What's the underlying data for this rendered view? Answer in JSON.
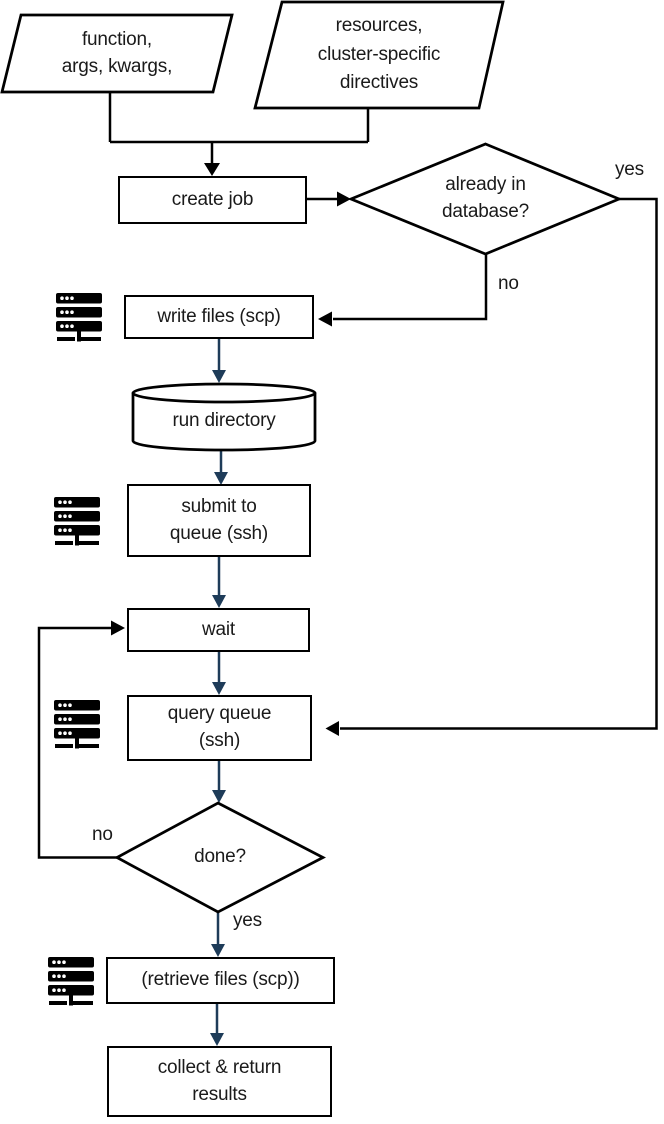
{
  "diagram_type": "flowchart",
  "colors": {
    "shape_stroke": "#000000",
    "shape_fill": "#ffffff",
    "flow_arrow": "#1e3c59",
    "text": "#1a1a1a"
  },
  "nodes": {
    "function_args": {
      "type": "input-parallelogram",
      "label": "function,\nargs, kwargs,"
    },
    "resources": {
      "type": "input-parallelogram",
      "label": "resources,\ncluster-specific\ndirectives"
    },
    "create_job": {
      "type": "process",
      "label": "create job"
    },
    "already_in_db": {
      "type": "decision",
      "label": "already in\ndatabase?"
    },
    "write_files": {
      "type": "process",
      "label": "write files (scp)",
      "icon": "server"
    },
    "run_directory": {
      "type": "database-cylinder",
      "label": "run directory"
    },
    "submit_queue": {
      "type": "process",
      "label": "submit to\nqueue (ssh)",
      "icon": "server"
    },
    "wait": {
      "type": "process",
      "label": "wait"
    },
    "query_queue": {
      "type": "process",
      "label": "query queue\n(ssh)",
      "icon": "server"
    },
    "done": {
      "type": "decision",
      "label": "done?"
    },
    "retrieve_files": {
      "type": "process",
      "label": "(retrieve files (scp))",
      "icon": "server"
    },
    "collect_results": {
      "type": "process",
      "label": "collect & return\nresults"
    }
  },
  "edge_labels": {
    "already_in_db_yes": "yes",
    "already_in_db_no": "no",
    "done_no": "no",
    "done_yes": "yes"
  }
}
